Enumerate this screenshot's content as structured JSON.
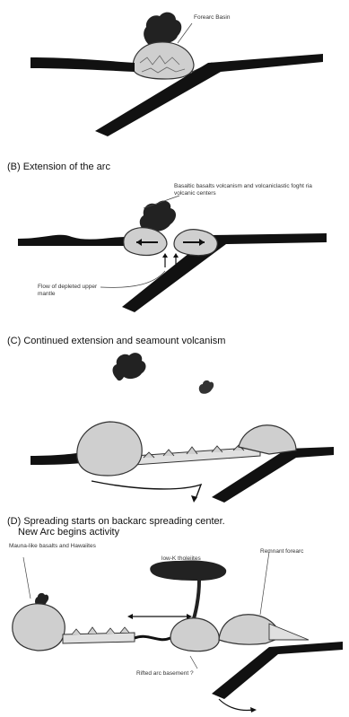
{
  "panels": {
    "a": {
      "heading": "",
      "labels": {
        "forearc_basin": "Forearc Basin"
      }
    },
    "b": {
      "heading": "(B)  Extension of the arc",
      "labels": {
        "volcanism": "Basaltic basalts volcanism and volcaniclastic foght ria volcanic centers",
        "flow": "Flow of depleted upper mantle"
      }
    },
    "c": {
      "heading": "(C)  Continued extension and seamount volcanism",
      "labels": {}
    },
    "d": {
      "heading": "(D)  Spreading starts on backarc spreading center.",
      "heading_line2": "New Arc begins activity",
      "labels": {
        "basalts": "Mauna-like basalts and Hawaiites",
        "tholeiites": "low-K tholeiites",
        "remnant": "Remnant forearc",
        "basement": "Rifted arc basement ?"
      }
    }
  }
}
